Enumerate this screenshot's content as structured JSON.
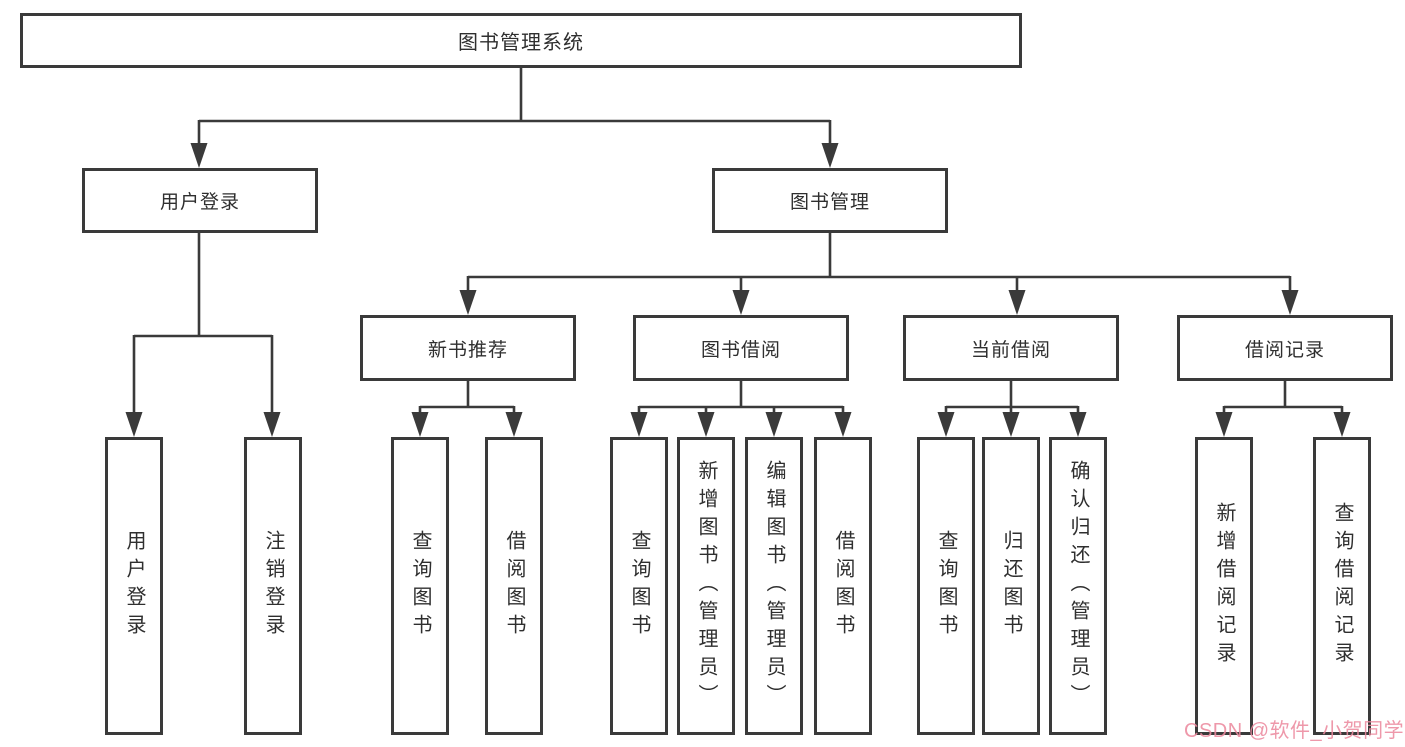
{
  "diagram": {
    "root": "图书管理系统",
    "level2": {
      "user_login": "用户登录",
      "book_management": "图书管理"
    },
    "level3": {
      "new_book_recommend": "新书推荐",
      "book_borrow": "图书借阅",
      "current_borrow": "当前借阅",
      "borrow_records": "借阅记录"
    },
    "leaves": {
      "user_login_children": [
        "用户登录",
        "注销登录"
      ],
      "new_book_children": [
        "查询图书",
        "借阅图书"
      ],
      "book_borrow_children": [
        "查询图书",
        "新增图书（管理员）",
        "编辑图书（管理员）",
        "借阅图书"
      ],
      "current_borrow_children": [
        "查询图书",
        "归还图书",
        "确认归还（管理员）"
      ],
      "borrow_record_children": [
        "新增借阅记录",
        "查询借阅记录"
      ]
    },
    "line_color": "#3a3a3a",
    "watermark": "CSDN @软件_小贺同学"
  }
}
